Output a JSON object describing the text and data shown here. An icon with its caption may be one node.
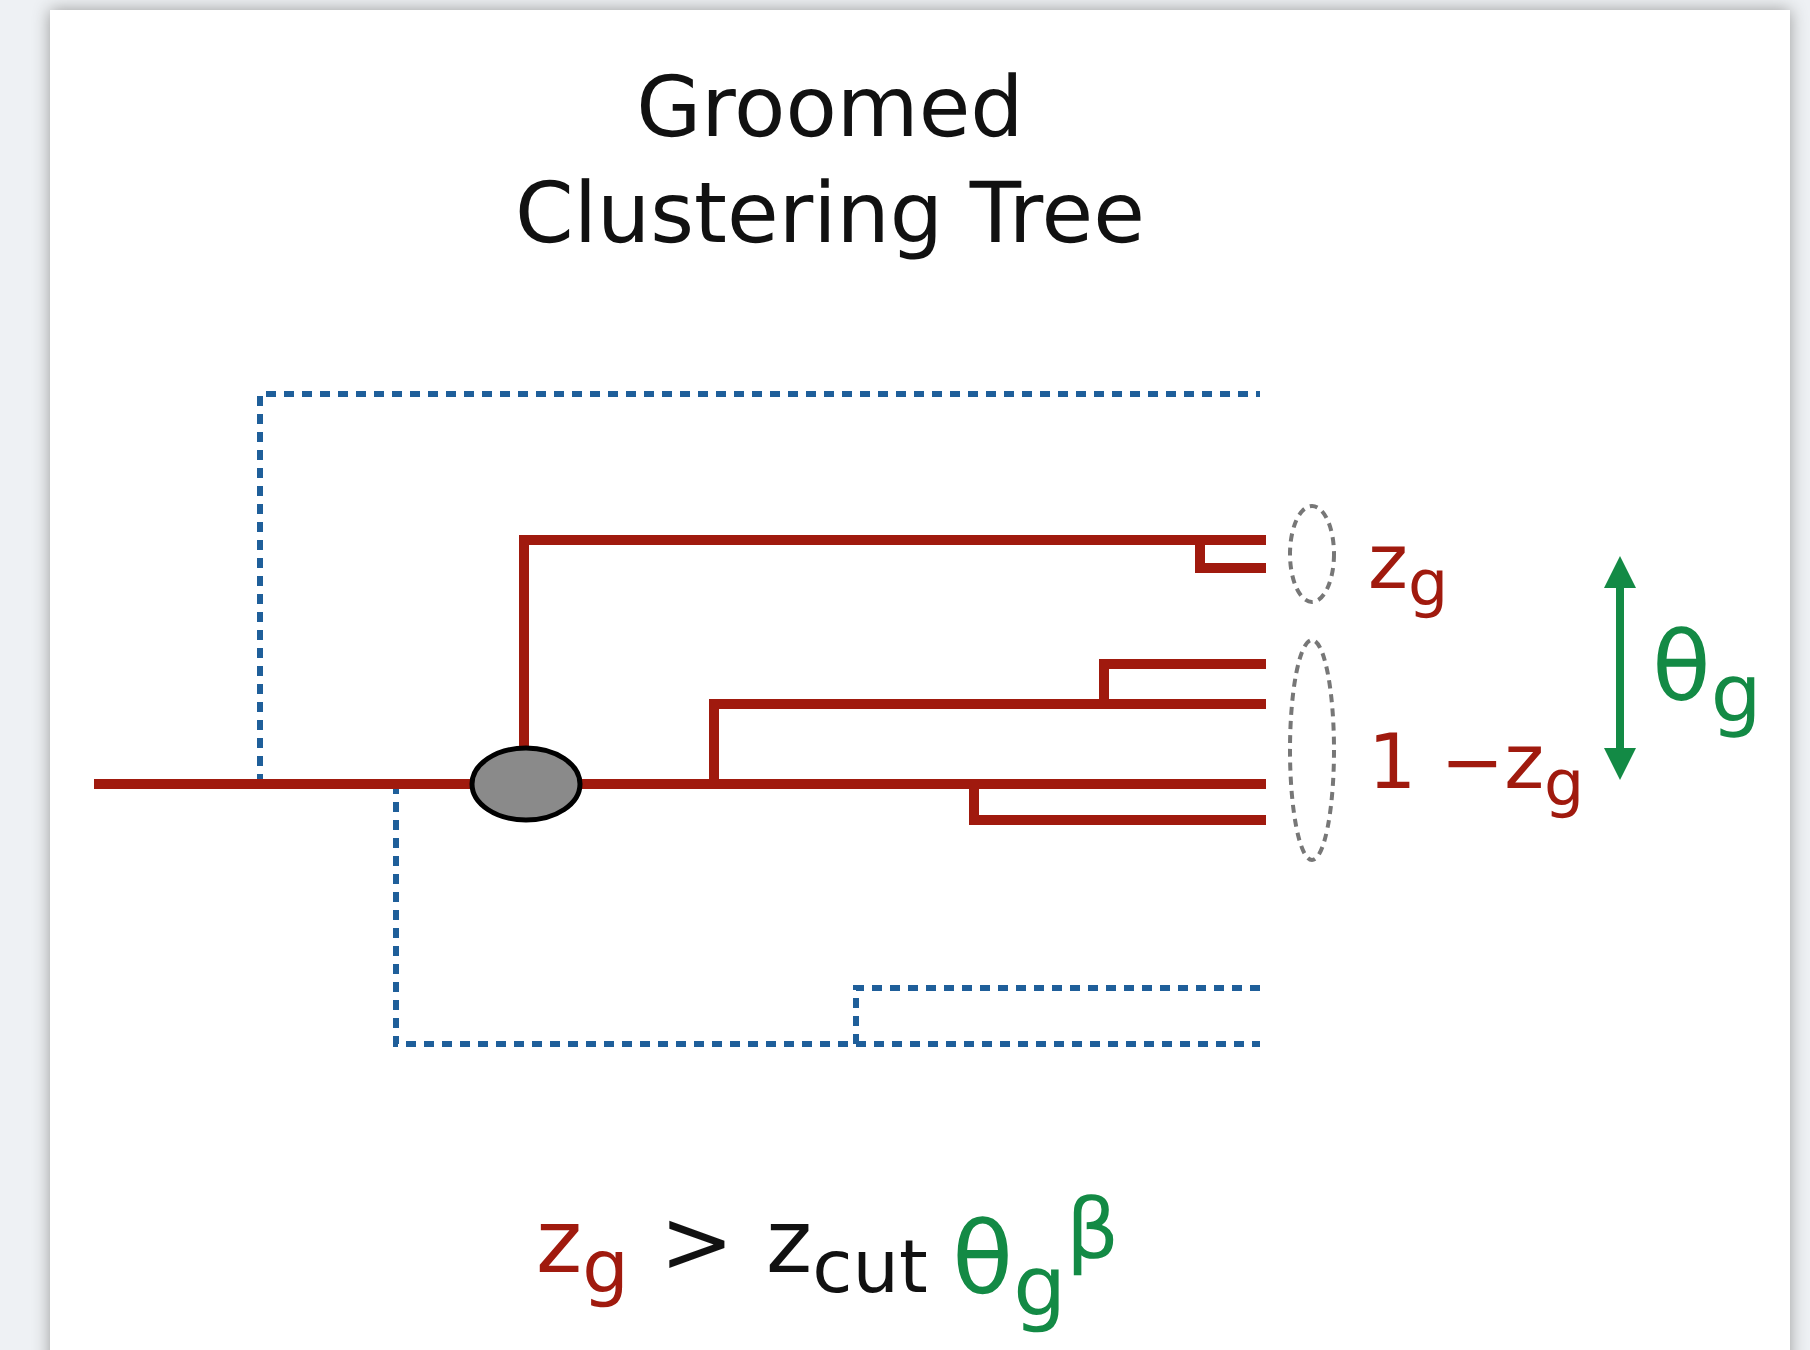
{
  "diagram": {
    "title": "Groomed Clustering Tree",
    "nodes": [
      {
        "text": [],
        "shape": "ellipse"
      },
      {
        "text": [],
        "shape": "ellipse",
        "beside": [
          "z$_{g}$"
        ]
      },
      {
        "text": [],
        "shape": "ellipse",
        "beside": [
          "1 −z$_{g}$"
        ]
      }
    ],
    "labels": [
      "θ$_{g}$",
      "z$_{g}$",
      ">",
      "z$_{cut}$",
      "θ$_{g}$$^{β}$"
    ]
  }
}
